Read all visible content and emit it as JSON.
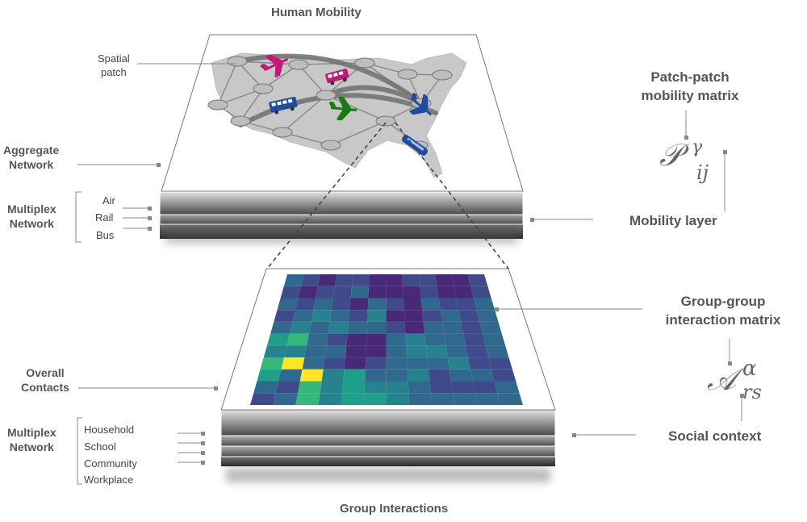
{
  "titles": {
    "top": "Human Mobility",
    "bottom": "Group Interactions"
  },
  "left_labels": {
    "spatial_patch": [
      "Spatial",
      "patch"
    ],
    "aggregate_network": [
      "Aggregate",
      "Network"
    ],
    "multiplex_top": [
      "Multiplex",
      "Network"
    ],
    "mobility_modes": [
      "Air",
      "Rail",
      "Bus"
    ],
    "overall_contacts": [
      "Overall",
      "Contacts"
    ],
    "multiplex_bottom": [
      "Multiplex",
      "Network"
    ],
    "social_modes": [
      "Household",
      "School",
      "Community",
      "Workplace"
    ]
  },
  "right_labels": {
    "patch_matrix": [
      "Patch-patch",
      "mobility matrix"
    ],
    "mobility_layer": "Mobility layer",
    "group_matrix": [
      "Group-group",
      "interaction matrix"
    ],
    "social_context": "Social context"
  },
  "math": {
    "mobility_symbol": "𝒫",
    "mobility_sup": "γ",
    "mobility_sub": "ij",
    "interaction_symbol": "𝒜",
    "interaction_sup": "α",
    "interaction_sub": "rs"
  },
  "colors": {
    "viridis": [
      "#482878",
      "#3e4a89",
      "#31688e",
      "#26828e",
      "#1f9e89",
      "#35b779",
      "#6ece58",
      "#b5de2b",
      "#fde725"
    ],
    "air_pink": "#c2187a",
    "air_green": "#177a17",
    "air_blue": "#1e4d9e",
    "bus_blue": "#1e4d9e",
    "map_gray": "#c8c8c8"
  },
  "heatmap": {
    "rows": 11,
    "cols": 12,
    "values": [
      [
        2,
        1,
        0,
        1,
        1,
        0,
        0,
        1,
        1,
        0,
        0,
        1
      ],
      [
        1,
        0,
        1,
        1,
        2,
        0,
        0,
        0,
        1,
        0,
        0,
        1
      ],
      [
        2,
        1,
        2,
        1,
        0,
        2,
        1,
        0,
        2,
        1,
        1,
        2
      ],
      [
        1,
        2,
        3,
        2,
        1,
        3,
        0,
        0,
        1,
        2,
        1,
        2
      ],
      [
        2,
        3,
        2,
        3,
        2,
        2,
        1,
        0,
        2,
        2,
        1,
        2
      ],
      [
        4,
        5,
        2,
        1,
        0,
        0,
        2,
        3,
        2,
        2,
        1,
        2
      ],
      [
        3,
        3,
        2,
        2,
        0,
        0,
        2,
        3,
        3,
        2,
        1,
        2
      ],
      [
        5,
        8,
        2,
        1,
        0,
        1,
        2,
        2,
        2,
        3,
        1,
        1
      ],
      [
        4,
        2,
        8,
        3,
        4,
        2,
        2,
        3,
        1,
        2,
        2,
        1
      ],
      [
        2,
        1,
        5,
        3,
        4,
        3,
        3,
        2,
        1,
        1,
        1,
        2
      ],
      [
        1,
        2,
        5,
        3,
        4,
        4,
        3,
        2,
        2,
        2,
        2,
        2
      ]
    ]
  }
}
